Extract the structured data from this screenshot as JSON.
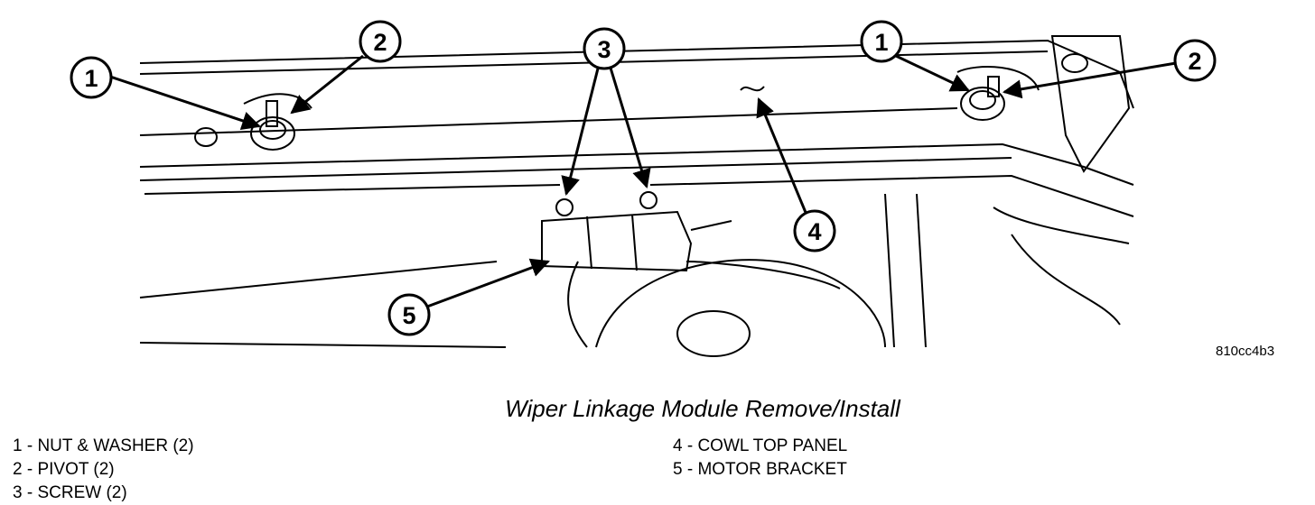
{
  "figure_code": "810cc4b3",
  "caption": "Wiper Linkage Module Remove/Install",
  "callouts": {
    "c1a": "1",
    "c2a": "2",
    "c3": "3",
    "c1b": "1",
    "c2b": "2",
    "c4": "4",
    "c5": "5"
  },
  "legend_left": [
    "1 - NUT & WASHER (2)",
    "2 - PIVOT (2)",
    "3 - SCREW (2)"
  ],
  "legend_right": [
    "4 - COWL TOP PANEL",
    "5 - MOTOR BRACKET"
  ]
}
